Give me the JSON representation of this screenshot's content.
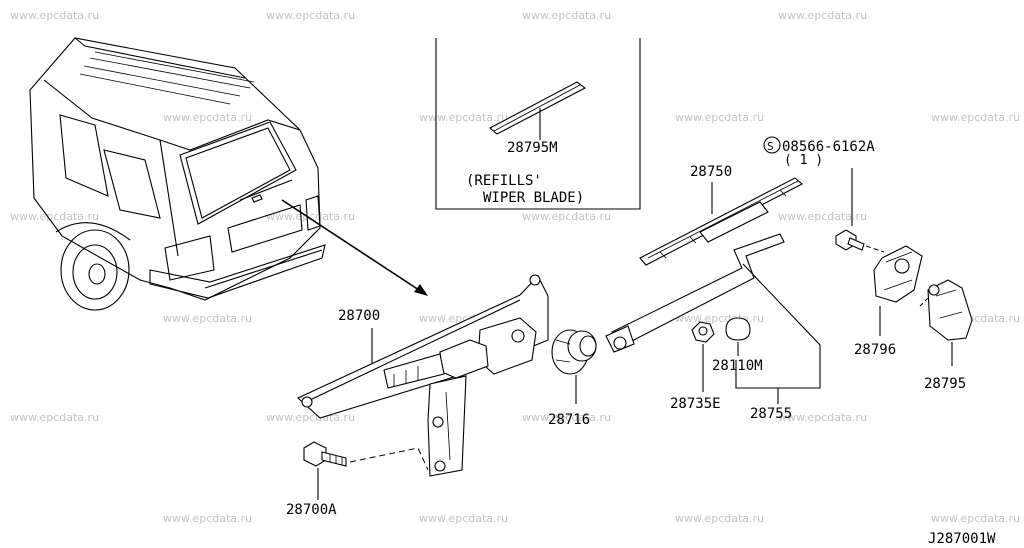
{
  "watermark": "www.epcdata.ru",
  "diagram_code": "J287001W",
  "inset": {
    "part": "28795M",
    "caption_line1": "(REFILLS'",
    "caption_line2": "WIPER BLADE)"
  },
  "parts": {
    "p28700": "28700",
    "p28700A": "28700A",
    "p28716": "28716",
    "p28750": "28750",
    "p28735E": "28735E",
    "p28110M": "28110M",
    "p28755": "28755",
    "p28796": "28796",
    "p28795": "28795",
    "bolt_symbol": "S",
    "bolt_code": "08566-6162A",
    "bolt_qty": "( 1 )"
  }
}
